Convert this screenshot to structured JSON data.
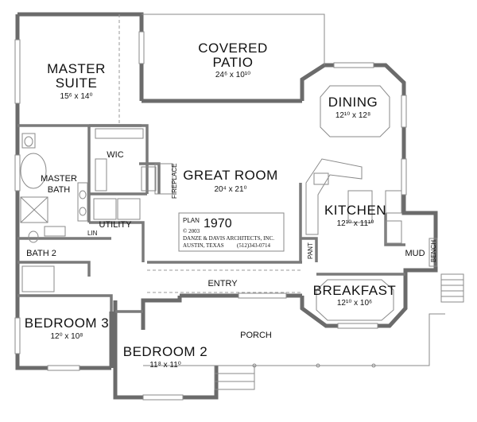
{
  "rooms": {
    "covered_patio": {
      "line1": "COVERED",
      "line2": "PATIO",
      "dim": "24⁶ x 10¹⁰"
    },
    "master_suite": {
      "line1": "MASTER",
      "line2": "SUITE",
      "dim": "15⁶ x 14⁰"
    },
    "dining": {
      "name": "DINING",
      "dim": "12¹⁰ x 12⁸"
    },
    "wic": {
      "name": "WIC"
    },
    "master_bath": {
      "line1": "MASTER",
      "line2": "BATH"
    },
    "great_room": {
      "name": "GREAT ROOM",
      "dim": "20⁴ x 21⁰"
    },
    "fireplace": {
      "name": "FIREPLACE"
    },
    "kitchen": {
      "name": "KITCHEN",
      "dim": "12¹⁰ x 11¹⁰"
    },
    "utility": {
      "name": "UTILITY"
    },
    "linen": {
      "name": "LIN"
    },
    "bath2": {
      "name": "BATH 2"
    },
    "pantry": {
      "name": "PANT"
    },
    "mud": {
      "name": "MUD"
    },
    "bench": {
      "name": "BENCH"
    },
    "entry": {
      "name": "ENTRY"
    },
    "breakfast": {
      "name": "BREAKFAST",
      "dim": "12¹⁰ x 10⁶"
    },
    "bedroom3": {
      "name": "BEDROOM 3",
      "dim": "12⁰ x 10⁸"
    },
    "bedroom2": {
      "name": "BEDROOM 2",
      "dim": "11⁸ x 11⁰"
    },
    "porch": {
      "name": "PORCH"
    }
  },
  "plan_box": {
    "label": "PLAN",
    "number": "1970",
    "copyright": "© 2003",
    "firm": "DANZE & DAVIS ARCHITECTS, INC.",
    "location": "AUSTIN, TEXAS",
    "phone": "(512)343-0714"
  }
}
